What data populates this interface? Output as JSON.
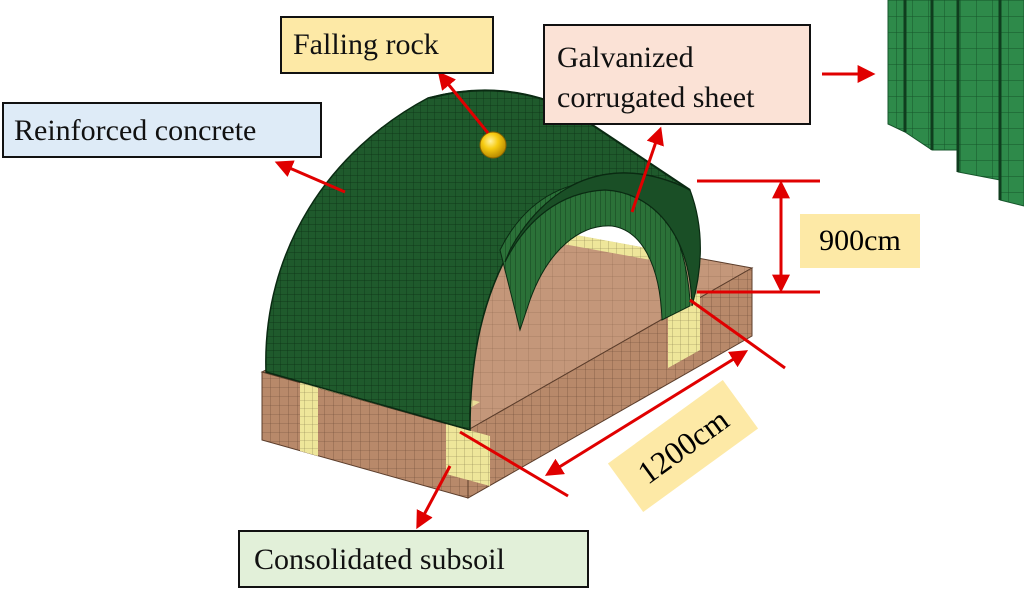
{
  "labels": {
    "falling_rock": "Falling rock",
    "galvanized_line1": "Galvanized",
    "galvanized_line2": "corrugated sheet",
    "reinforced_concrete": "Reinforced concrete",
    "consolidated_subsoil": "Consolidated subsoil",
    "height_dim": "900cm",
    "length_dim": "1200cm"
  },
  "colors": {
    "shell_green": "#1f5a2c",
    "mesh_line": "#0c2f14",
    "soil_brown": "#b8896a",
    "transition_yellow": "#eee69a",
    "rock_ball": "#f2c500",
    "arrow_red": "#e00000",
    "label_yellow": "#fde9a6",
    "label_peach": "#fbe2d6",
    "label_blue": "#deebf7",
    "label_green": "#e2f0d9"
  }
}
